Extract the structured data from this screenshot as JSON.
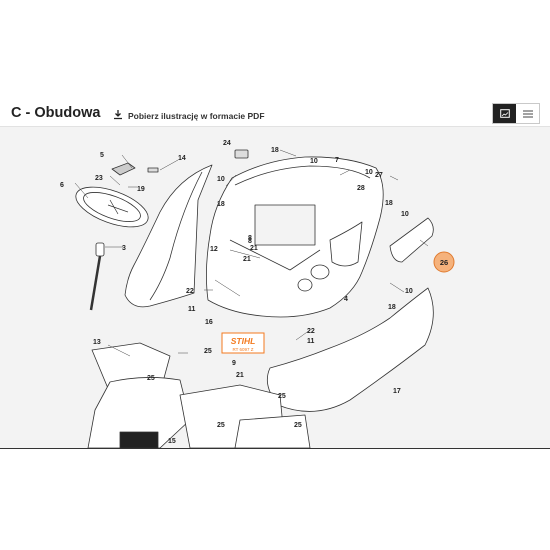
{
  "header": {
    "title": "C - Obudowa",
    "pdf_link_label": "Pobierz ilustrację w formacie PDF"
  },
  "diagram": {
    "callouts": [
      "5",
      "14",
      "23",
      "19",
      "6",
      "24",
      "18",
      "10",
      "7",
      "10",
      "27",
      "28",
      "18",
      "10",
      "18",
      "10",
      "8",
      "21",
      "8",
      "21",
      "3",
      "12",
      "22",
      "11",
      "4",
      "16",
      "22",
      "11",
      "13",
      "25",
      "25",
      "21",
      "9",
      "26",
      "18",
      "10",
      "17",
      "25",
      "25",
      "25",
      "15"
    ],
    "highlighted_callout": "26",
    "brand_text": "STIHL",
    "model_text": "RT 6097 Z"
  },
  "colors": {
    "highlight": "#f5b27c",
    "highlight_border": "#e07a2e",
    "brand": "#f37a1f"
  }
}
